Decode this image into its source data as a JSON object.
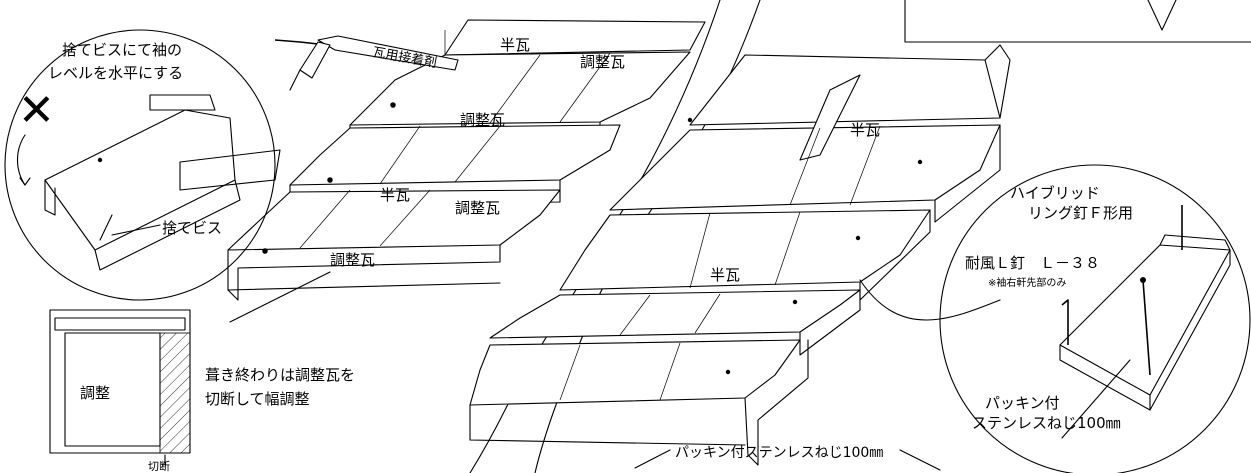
{
  "main_roof": {
    "adhesive_label": "瓦用接着剤",
    "tile_half": "半瓦",
    "tile_adjust": "調整瓦",
    "end_note_line1": "葺き終わりは調整瓦を",
    "end_note_line2": "切断して幅調整"
  },
  "left_detail": {
    "note_line1": "捨てビスにて袖の",
    "note_line2": "レベルを水平にする",
    "wrong_mark": "✕",
    "screw_label": "捨てビス"
  },
  "cut_detail": {
    "adjust_label": "調整",
    "cut_label": "切断"
  },
  "right_detail": {
    "hybrid_nail_line1": "ハイブリッド",
    "hybrid_nail_line2": "リング釘Ｆ形用",
    "wind_nail": "耐風Ｌ釘　Ｌ－３８",
    "wind_nail_note": "※袖右軒先部のみ",
    "screw_line1": "パッキン付",
    "screw_line2": "ステンレスねじ100㎜"
  },
  "bottom_label": "パッキン付ステンレスねじ100㎜"
}
